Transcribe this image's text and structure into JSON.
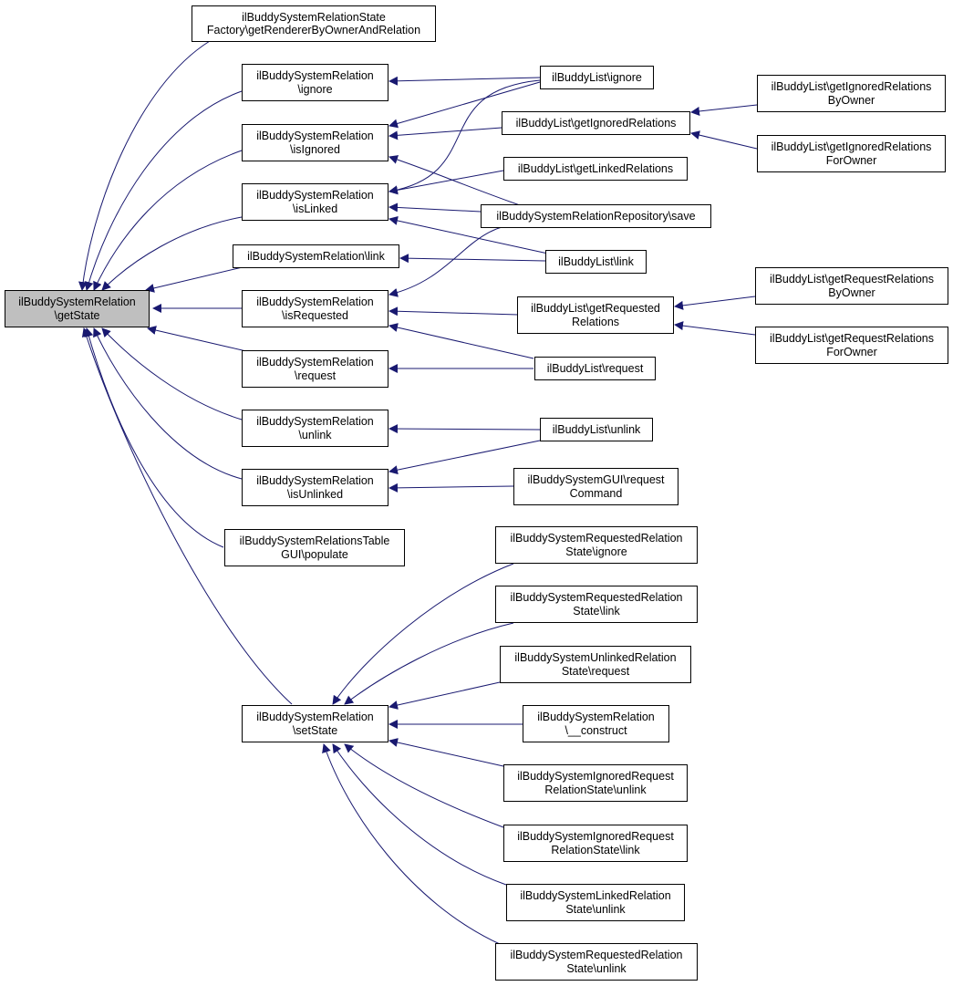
{
  "colors": {
    "edge": "#191970",
    "root_fill": "#bfbfbf",
    "node_fill": "#ffffff",
    "border": "#000000"
  },
  "nodes": {
    "root": [
      "ilBuddySystemRelation",
      "\\getState"
    ],
    "factory": [
      "ilBuddySystemRelationState",
      "Factory\\getRendererByOwnerAndRelation"
    ],
    "ignore": [
      "ilBuddySystemRelation",
      "\\ignore"
    ],
    "isIgnored": [
      "ilBuddySystemRelation",
      "\\isIgnored"
    ],
    "isLinked": [
      "ilBuddySystemRelation",
      "\\isLinked"
    ],
    "link": [
      "ilBuddySystemRelation\\link"
    ],
    "isRequested": [
      "ilBuddySystemRelation",
      "\\isRequested"
    ],
    "request": [
      "ilBuddySystemRelation",
      "\\request"
    ],
    "unlink": [
      "ilBuddySystemRelation",
      "\\unlink"
    ],
    "isUnlinked": [
      "ilBuddySystemRelation",
      "\\isUnlinked"
    ],
    "tablePopulate": [
      "ilBuddySystemRelationsTable",
      "GUI\\populate"
    ],
    "setState": [
      "ilBuddySystemRelation",
      "\\setState"
    ],
    "blIgnore": [
      "ilBuddyList\\ignore"
    ],
    "blGetIgnored": [
      "ilBuddyList\\getIgnoredRelations"
    ],
    "blGetLinked": [
      "ilBuddyList\\getLinkedRelations"
    ],
    "repoSave": [
      "ilBuddySystemRelationRepository\\save"
    ],
    "blLink": [
      "ilBuddyList\\link"
    ],
    "blGetRequested": [
      "ilBuddyList\\getRequested",
      "Relations"
    ],
    "blRequest": [
      "ilBuddyList\\request"
    ],
    "blUnlink": [
      "ilBuddyList\\unlink"
    ],
    "guiRequestCmd": [
      "ilBuddySystemGUI\\request",
      "Command"
    ],
    "blIgnoredByOwner": [
      "ilBuddyList\\getIgnoredRelations",
      "ByOwner"
    ],
    "blIgnoredForOwner": [
      "ilBuddyList\\getIgnoredRelations",
      "ForOwner"
    ],
    "blRequestByOwner": [
      "ilBuddyList\\getRequestRelations",
      "ByOwner"
    ],
    "blRequestForOwner": [
      "ilBuddyList\\getRequestRelations",
      "ForOwner"
    ],
    "reqStateIgnore": [
      "ilBuddySystemRequestedRelation",
      "State\\ignore"
    ],
    "reqStateLink": [
      "ilBuddySystemRequestedRelation",
      "State\\link"
    ],
    "unlinkedStateRequest": [
      "ilBuddySystemUnlinkedRelation",
      "State\\request"
    ],
    "construct": [
      "ilBuddySystemRelation",
      "\\__construct"
    ],
    "ignoredReqUnlink": [
      "ilBuddySystemIgnoredRequest",
      "RelationState\\unlink"
    ],
    "ignoredReqLink": [
      "ilBuddySystemIgnoredRequest",
      "RelationState\\link"
    ],
    "linkedStateUnlink": [
      "ilBuddySystemLinkedRelation",
      "State\\unlink"
    ],
    "reqStateUnlink": [
      "ilBuddySystemRequestedRelation",
      "State\\unlink"
    ]
  }
}
